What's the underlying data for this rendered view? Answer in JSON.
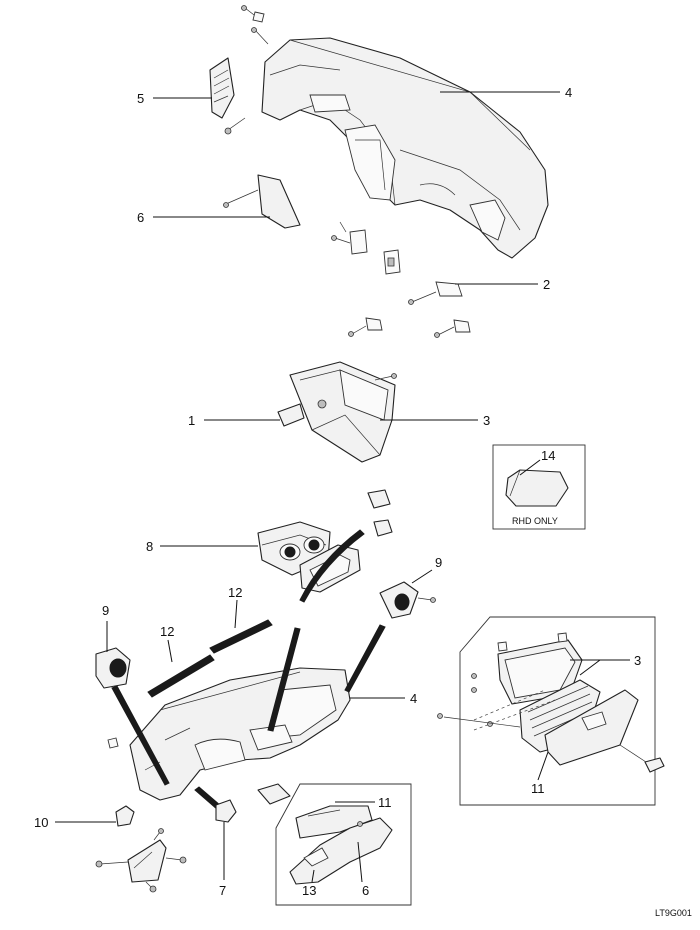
{
  "diagram": {
    "callouts": {
      "c1": "1",
      "c2": "2",
      "c3_upper": "3",
      "c3_lower": "3",
      "c4_upper": "4",
      "c4_lower": "4",
      "c5": "5",
      "c6_upper": "6",
      "c6_inset": "6",
      "c7": "7",
      "c8": "8",
      "c9_left": "9",
      "c9_right": "9",
      "c10": "10",
      "c11_right": "11",
      "c11_inset": "11",
      "c12_left": "12",
      "c12_right": "12",
      "c13": "13",
      "c14": "14"
    },
    "rhd_label": "RHD ONLY",
    "figure_code": "LT9G001"
  }
}
